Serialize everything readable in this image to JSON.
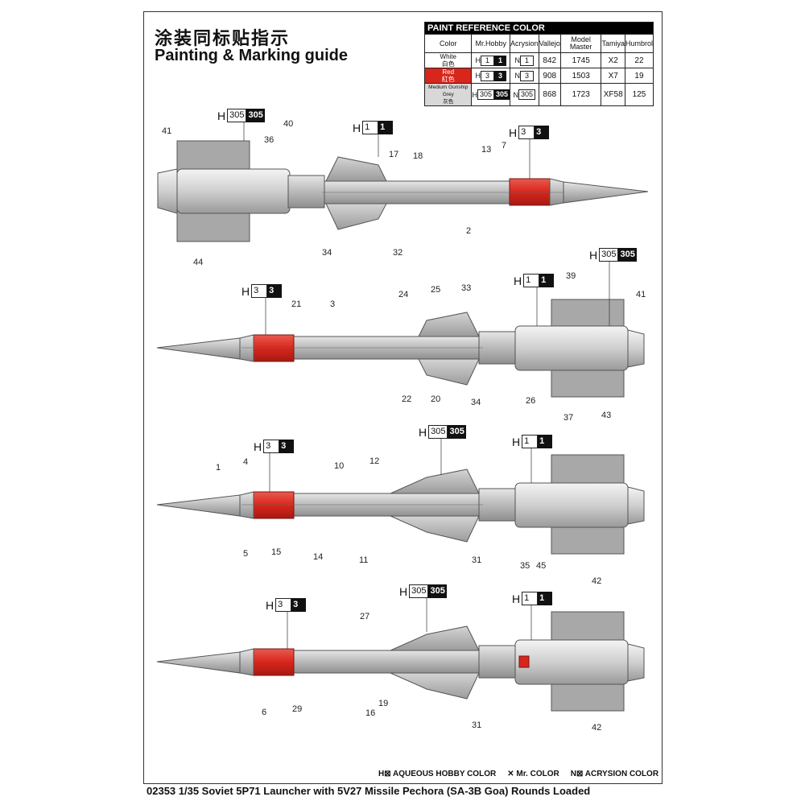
{
  "title_cn": "涂装同标贴指示",
  "title_en": "Painting & Marking guide",
  "paint_table": {
    "heading": "PAINT  REFERENCE COLOR",
    "headers": [
      "Color",
      "Mr.Hobby",
      "Acrysion",
      "Vallejo",
      "Model Master",
      "Tamiya",
      "Humbrol"
    ],
    "rows": [
      {
        "name_en": "White",
        "name_cn": "白色",
        "swatch": "#ffffff",
        "hobby_pre": "H",
        "hobby_box": "1",
        "hobby_solid": "1",
        "acry_pre": "N",
        "acry_box": "1",
        "vallejo": "842",
        "model_master": "1745",
        "tamiya": "X2",
        "humbrol": "22"
      },
      {
        "name_en": "Red",
        "name_cn": "紅色",
        "swatch": "#d8261c",
        "hobby_pre": "H",
        "hobby_box": "3",
        "hobby_solid": "3",
        "acry_pre": "N",
        "acry_box": "3",
        "vallejo": "908",
        "model_master": "1503",
        "tamiya": "X7",
        "humbrol": "19"
      },
      {
        "name_en": "Medium Gunship Grey",
        "name_cn": "灰色",
        "swatch": "#d8d8d8",
        "hobby_pre": "H",
        "hobby_box": "305",
        "hobby_solid": "305",
        "acry_pre": "N",
        "acry_box": "305",
        "vallejo": "868",
        "model_master": "1723",
        "tamiya": "XF58",
        "humbrol": "125"
      }
    ]
  },
  "callouts": {
    "c1": {
      "pre": "H",
      "box": "305",
      "solid": "305"
    },
    "c2": {
      "pre": "H",
      "box": "1",
      "solid": "1"
    },
    "c3": {
      "pre": "H",
      "box": "3",
      "solid": "3"
    },
    "c4": {
      "pre": "H",
      "box": "305",
      "solid": "305"
    },
    "c5": {
      "pre": "H",
      "box": "3",
      "solid": "3"
    },
    "c6": {
      "pre": "H",
      "box": "1",
      "solid": "1"
    },
    "c7": {
      "pre": "H",
      "box": "3",
      "solid": "3"
    },
    "c8": {
      "pre": "H",
      "box": "305",
      "solid": "305"
    },
    "c9": {
      "pre": "H",
      "box": "1",
      "solid": "1"
    },
    "c10": {
      "pre": "H",
      "box": "3",
      "solid": "3"
    },
    "c11": {
      "pre": "H",
      "box": "305",
      "solid": "305"
    },
    "c12": {
      "pre": "H",
      "box": "1",
      "solid": "1"
    }
  },
  "part_numbers": {
    "m1": [
      "41",
      "40",
      "36",
      "17",
      "18",
      "13",
      "7",
      "44",
      "34",
      "32",
      "2"
    ],
    "m2": [
      "21",
      "3",
      "24",
      "25",
      "33",
      "39",
      "41",
      "22",
      "20",
      "34",
      "26",
      "37",
      "43"
    ],
    "m3": [
      "1",
      "4",
      "10",
      "12",
      "5",
      "15",
      "14",
      "11",
      "31",
      "35",
      "45",
      "42"
    ],
    "m4": [
      "27",
      "6",
      "29",
      "16",
      "19",
      "31",
      "42"
    ]
  },
  "colors": {
    "red": "#d8261c",
    "grey": "#c9c9c9",
    "dark_grey": "#8e8e8e",
    "body": "#bdbdbd"
  },
  "legend": {
    "hobby": "AQUEOUS HOBBY COLOR",
    "mr": "Mr. COLOR",
    "acry": "ACRYSION COLOR",
    "hobby_mark": "H",
    "mr_mark": "✕",
    "acry_mark": "N"
  },
  "footer_title": "02353 1/35 Soviet 5P71 Launcher with 5V27 Missile Pechora (SA-3B Goa) Rounds Loaded"
}
